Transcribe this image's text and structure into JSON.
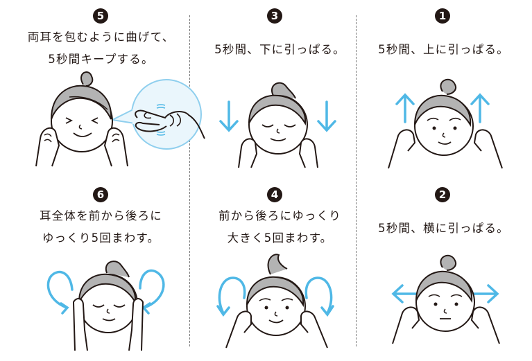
{
  "title": "Ear massage steps",
  "colors": {
    "ink": "#231815",
    "hair": "#b3b3b3",
    "arrow": "#4fb8e6",
    "bubble_fill": "#eaf6fc",
    "bubble_stroke": "#8fcfee",
    "divider": "#7a7a7a"
  },
  "steps": [
    {
      "number": "5",
      "lines": [
        "両耳を包むように曲げて、",
        "5秒間キープする。"
      ],
      "arrows": "none",
      "expression": "eyes-squeezed-smile",
      "detail_bubble": "folded-ear-closeup"
    },
    {
      "number": "3",
      "lines": [
        "5秒間、下に引っぱる。"
      ],
      "arrows": "down",
      "expression": "eyes-closed-smile"
    },
    {
      "number": "1",
      "lines": [
        "5秒間、上に引っぱる。"
      ],
      "arrows": "up",
      "expression": "eyes-open-smile"
    },
    {
      "number": "6",
      "lines": [
        "耳全体を前から後ろに",
        "ゆっくり5回まわす。"
      ],
      "arrows": "rotate-back",
      "expression": "eyes-closed-smile"
    },
    {
      "number": "4",
      "lines": [
        "前から後ろにゆっくり",
        "大きく5回まわす。"
      ],
      "arrows": "rotate-curl",
      "expression": "eyes-open-smile"
    },
    {
      "number": "2",
      "lines": [
        "5秒間、横に引っぱる。"
      ],
      "arrows": "sideways",
      "expression": "eyes-open-neutral"
    }
  ]
}
